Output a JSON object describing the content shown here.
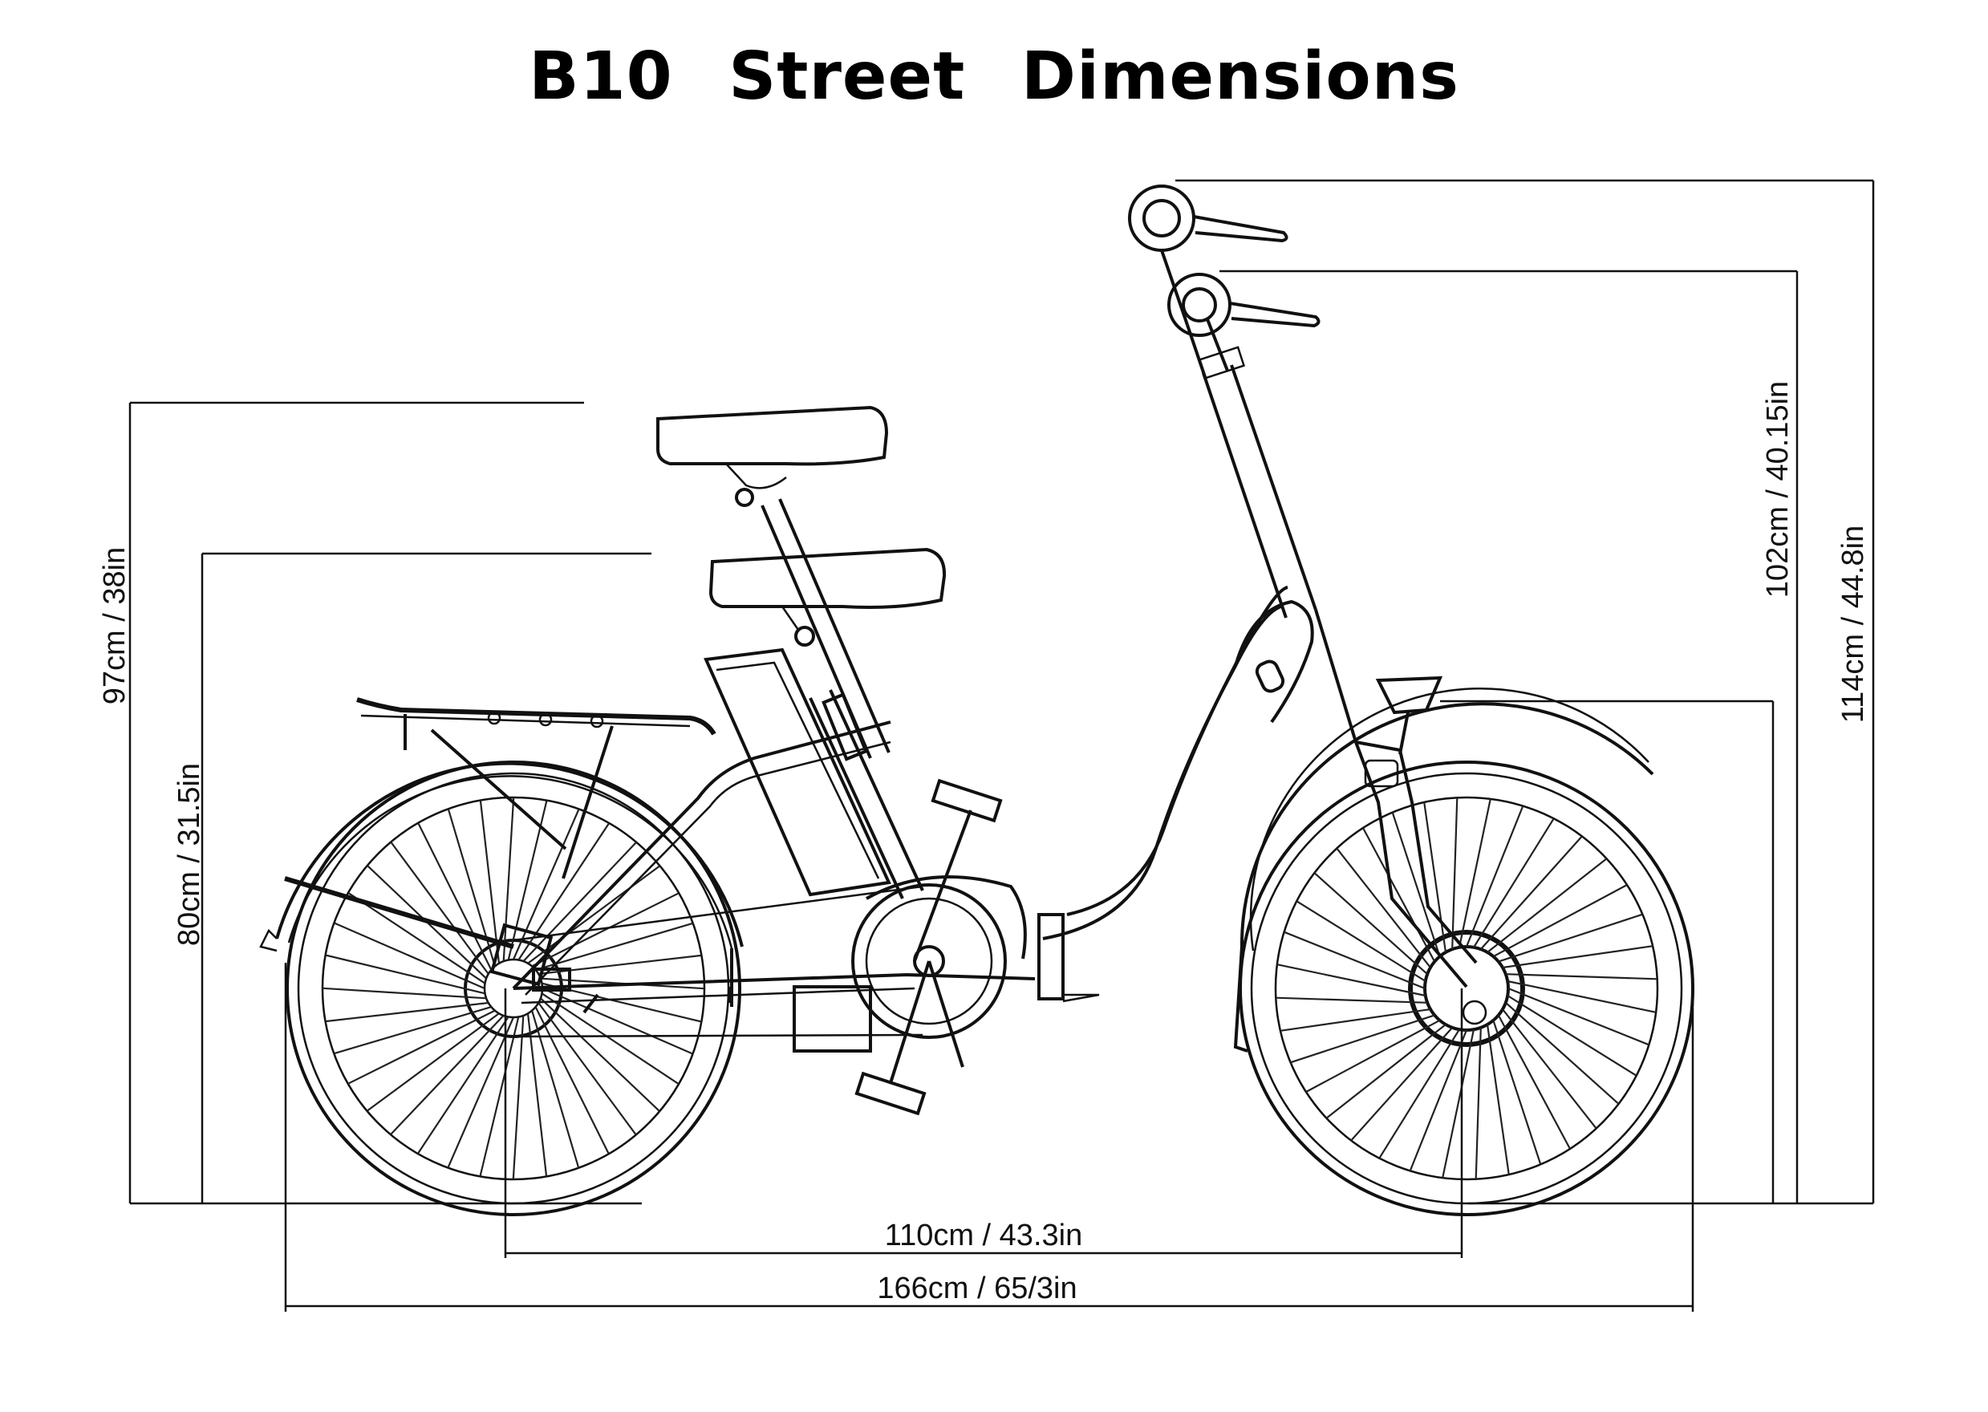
{
  "title": "B10  Street  Dimensions",
  "dimensions": {
    "saddle_high": "97cm / 38in",
    "saddle_low": "80cm / 31.5in",
    "handlebar_low": "102cm / 40.15in",
    "handlebar_high": "114cm / 44.8in",
    "wheelbase": "110cm / 43.3in",
    "overall_length": "166cm / 65/3in"
  }
}
